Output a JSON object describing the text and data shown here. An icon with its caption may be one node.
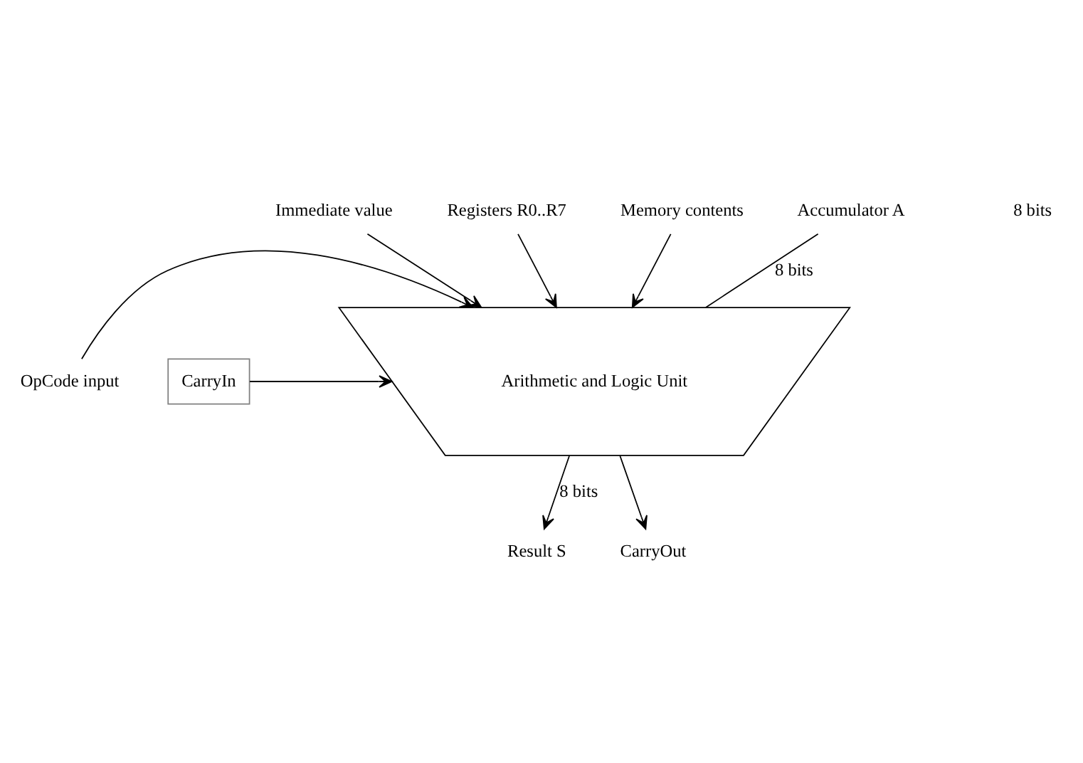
{
  "diagram": {
    "nodes": [
      {
        "text": [
          "Immediate value"
        ]
      },
      {
        "text": [
          "Registers R0..R7"
        ]
      },
      {
        "text": [
          "Memory contents"
        ]
      },
      {
        "text": [
          "Accumulator A"
        ]
      },
      {
        "text": [
          "OpCode input"
        ]
      },
      {
        "text": [
          "Arithmetic and Logic Unit"
        ]
      },
      {
        "text": [
          "CarryIn"
        ]
      },
      {
        "text": [
          "Result S"
        ]
      },
      {
        "text": [
          "CarryOut"
        ]
      }
    ],
    "edges": [
      {
        "from": 3,
        "to": 5,
        "arrow": "none",
        "label": "8 bits"
      },
      {
        "from": 1,
        "to": 5,
        "arrow": "to"
      },
      {
        "from": 0,
        "to": 5,
        "arrow": "to"
      },
      {
        "from": 2,
        "to": 5,
        "arrow": "to"
      },
      {
        "from": 4,
        "to": 5,
        "arrow": "to"
      },
      {
        "from": 6,
        "to": 5,
        "arrow": "to"
      },
      {
        "from": 5,
        "to": 7,
        "arrow": "to",
        "label": "8 bits"
      },
      {
        "from": 5,
        "to": 8,
        "arrow": "to"
      }
    ],
    "labels": [
      "8 bits"
    ]
  }
}
